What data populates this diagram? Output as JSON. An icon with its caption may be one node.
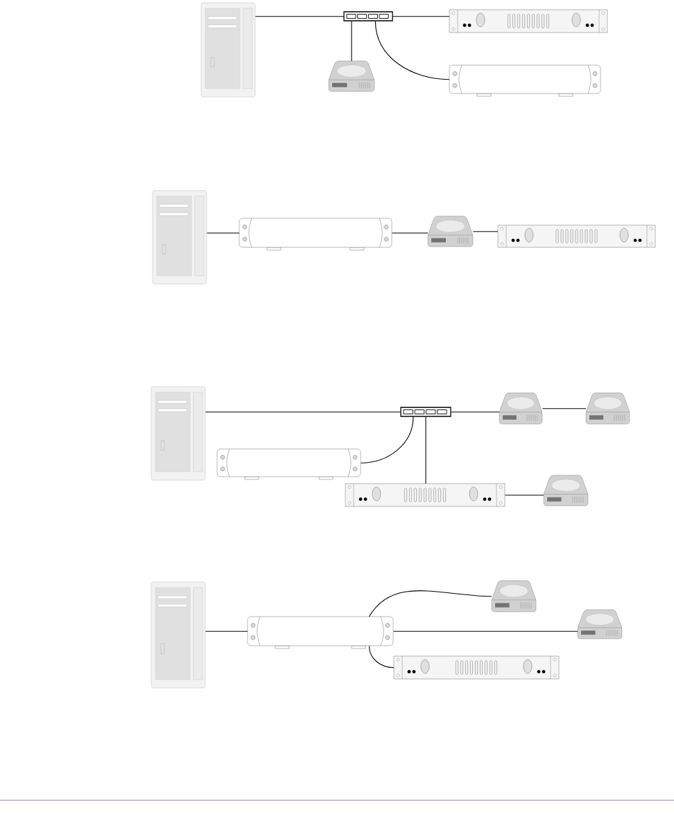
{
  "diagram": {
    "nodes": [
      {
        "text": [],
        "shape": "computer"
      },
      {
        "text": [],
        "shape": "hub"
      },
      {
        "text": [],
        "shape": "rack"
      },
      {
        "text": [],
        "shape": "drive"
      },
      {
        "text": [],
        "shape": "box"
      },
      {
        "text": [],
        "shape": "computer"
      },
      {
        "text": [],
        "shape": "box"
      },
      {
        "text": [],
        "shape": "drive"
      },
      {
        "text": [],
        "shape": "rack"
      },
      {
        "text": [],
        "shape": "computer"
      },
      {
        "text": [],
        "shape": "hub"
      },
      {
        "text": [],
        "shape": "drive"
      },
      {
        "text": [],
        "shape": "drive"
      },
      {
        "text": [],
        "shape": "box"
      },
      {
        "text": [],
        "shape": "rack"
      },
      {
        "text": [],
        "shape": "drive"
      },
      {
        "text": [],
        "shape": "computer"
      },
      {
        "text": [],
        "shape": "box"
      },
      {
        "text": [],
        "shape": "drive"
      },
      {
        "text": [],
        "shape": "drive"
      },
      {
        "text": [],
        "shape": "rack"
      }
    ],
    "edges": [
      {
        "from": 0,
        "to": 1,
        "arrow": "none"
      },
      {
        "from": 1,
        "to": 2,
        "arrow": "none"
      },
      {
        "from": 1,
        "to": 3,
        "arrow": "none"
      },
      {
        "from": 1,
        "to": 4,
        "arrow": "none"
      },
      {
        "from": 5,
        "to": 6,
        "arrow": "none"
      },
      {
        "from": 6,
        "to": 7,
        "arrow": "none"
      },
      {
        "from": 7,
        "to": 8,
        "arrow": "none"
      },
      {
        "from": 9,
        "to": 10,
        "arrow": "none"
      },
      {
        "from": 10,
        "to": 11,
        "arrow": "none"
      },
      {
        "from": 11,
        "to": 12,
        "arrow": "none"
      },
      {
        "from": 10,
        "to": 13,
        "arrow": "none"
      },
      {
        "from": 10,
        "to": 14,
        "arrow": "none"
      },
      {
        "from": 14,
        "to": 15,
        "arrow": "none"
      },
      {
        "from": 16,
        "to": 17,
        "arrow": "none"
      },
      {
        "from": 17,
        "to": 18,
        "arrow": "none"
      },
      {
        "from": 17,
        "to": 19,
        "arrow": "none"
      },
      {
        "from": 17,
        "to": 20,
        "arrow": "none"
      }
    ]
  }
}
